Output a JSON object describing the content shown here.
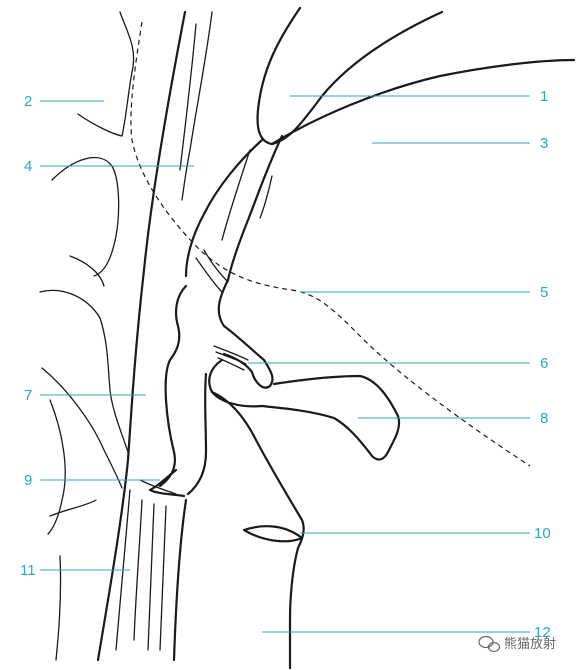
{
  "labels": {
    "l1": "1",
    "l2": "2",
    "l3": "3",
    "l4": "4",
    "l5": "5",
    "l6": "6",
    "l7": "7",
    "l8": "8",
    "l9": "9",
    "l10": "10",
    "l11": "11",
    "l12": "12"
  },
  "watermark": "熊猫放射",
  "colors": {
    "label": "#2aa6c8",
    "line": "#1a1a1a"
  }
}
